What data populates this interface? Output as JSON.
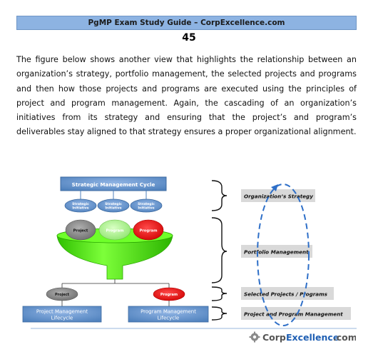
{
  "header": {
    "title": "PgMP Exam Study Guide – CorpExcellence.com",
    "page_number": "45"
  },
  "body": {
    "paragraph": "The figure below shows another view that highlights the relationship between an organization’s strategy, portfolio management, the selected projects and programs and then how those projects and programs are executed using the principles of project and program management. Again, the cascading of an organization’s initiatives from its strategy and ensuring that the project’s and program’s deliverables stay aligned to that strategy ensures a proper organizational alignment."
  },
  "diagram": {
    "cycle_title": "Strategic Management Cycle",
    "initiatives": [
      "Strategic Initiative",
      "Strategic Initiative",
      "Strategic Initiative"
    ],
    "funnel_items": [
      "Project",
      "Program",
      "Program"
    ],
    "selected": [
      "Project",
      "Program"
    ],
    "lifecycles": [
      "Project Management Lifecycle",
      "Program Management Lifecycle"
    ],
    "labels": [
      "Organization’s Strategy",
      "Portfolio Management",
      "Selected Projects / Programs",
      "Project and Program Management"
    ],
    "colors": {
      "box_blue": "#4f81bd",
      "funnel_green": "#39e600",
      "program_red": "#e60000",
      "project_gray": "#7f7f7f",
      "label_gray": "#d9d9d9"
    }
  },
  "footer": {
    "logo_corp": "Corp",
    "logo_excellence": "Excellence",
    "logo_domain": ".com"
  }
}
